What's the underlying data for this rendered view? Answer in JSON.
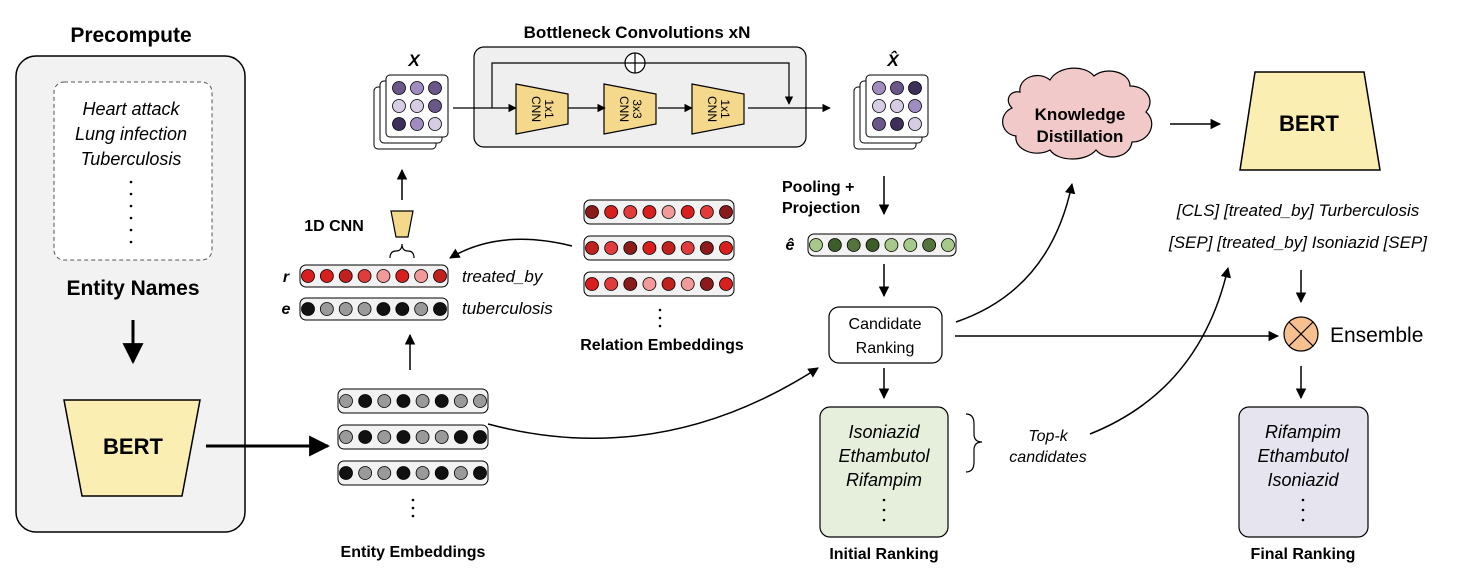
{
  "precompute": {
    "title": "Precompute",
    "names": [
      "Heart attack",
      "Lung infection",
      "Tuberculosis"
    ],
    "entity_names_label": "Entity Names",
    "bert_label": "BERT"
  },
  "bottleneck": {
    "title": "Bottleneck Convolutions xN",
    "cnn_labels": [
      "1x1\nCNN",
      "3x3\nCNN",
      "1x1\nCNN"
    ]
  },
  "x_label": "X",
  "xhat_label": "X̂",
  "cnn1d_label": "1D CNN",
  "r_label": "r",
  "e_label": "e",
  "relation_word": "treated_by",
  "entity_word": "tuberculosis",
  "relation_embeddings_label": "Relation Embeddings",
  "entity_embeddings_label": "Entity Embeddings",
  "pooling_label": [
    "Pooling +",
    "Projection"
  ],
  "ehat_label": "ê",
  "candidate_ranking_label": [
    "Candidate",
    "Ranking"
  ],
  "initial_ranking": {
    "items": [
      "Isoniazid",
      "Ethambutol",
      "Rifampim"
    ],
    "label": "Initial Ranking"
  },
  "topk_label": [
    "Top-k",
    "candidates"
  ],
  "knowledge_distillation_label": [
    "Knowledge",
    "Distillation"
  ],
  "bert2_label": "BERT",
  "input_text": [
    "[CLS] [treated_by] Turberculosis",
    "[SEP] [treated_by] Isoniazid [SEP]"
  ],
  "ensemble_label": "Ensemble",
  "final_ranking": {
    "items": [
      "Rifampim",
      "Ethambutol",
      "Isoniazid"
    ],
    "label": "Final Ranking"
  },
  "colors": {
    "bert_fill": "#fbeeb3",
    "cnn_fill": "#f4d88b",
    "initial_fill": "#e6efdb",
    "final_fill": "#e6e4ee",
    "cloud_fill": "#f2c9c9",
    "ensemble_fill": "#f7c08f",
    "panel_fill": "#f2f2f2"
  }
}
